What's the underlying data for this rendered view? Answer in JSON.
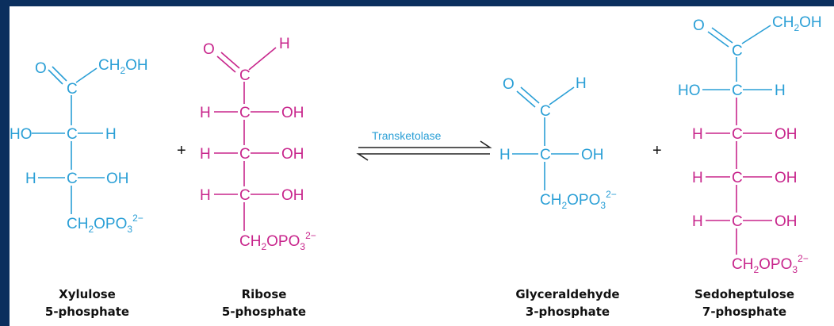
{
  "colors": {
    "background": "#0b2f5e",
    "blue": "#2a9fd6",
    "pink": "#c8268c"
  },
  "atoms": {
    "O": "O",
    "H": "H",
    "C": "C",
    "HO": "HO",
    "OH": "OH",
    "CH2OH_main": "CH",
    "CH2OH_sub": "2",
    "CH2OH_tail": "OH",
    "CH2OPO3_main": "CH",
    "CH2OPO3_sub1": "2",
    "CH2OPO3_mid": "OPO",
    "CH2OPO3_sub2": "3",
    "CH2OPO3_charge": "2−"
  },
  "operators": {
    "plus": "+"
  },
  "enzyme": "Transketolase",
  "labels": {
    "xylulose": [
      "Xylulose",
      "5-phosphate"
    ],
    "ribose": [
      "Ribose",
      "5-phosphate"
    ],
    "glyceraldehyde": [
      "Glyceraldehyde",
      "3-phosphate"
    ],
    "sedoheptulose": [
      "Sedoheptulose",
      "7-phosphate"
    ]
  }
}
